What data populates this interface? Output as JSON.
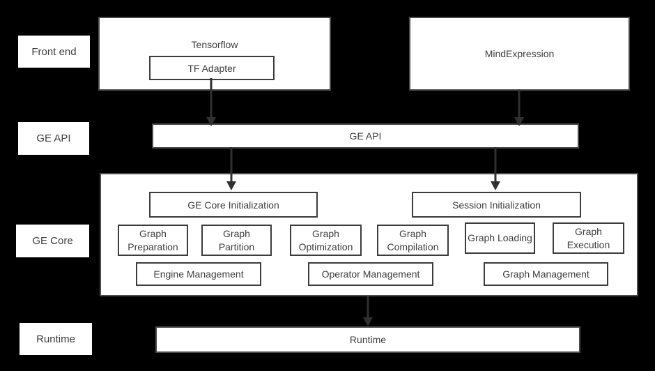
{
  "colors": {
    "background": "#000000",
    "box_background": "#ffffff",
    "box_border": "#4a4a4a",
    "inner_box_border": "#3c3c3c",
    "text": "#3d3d3d",
    "arrow": "#303030"
  },
  "rows": {
    "front_end": "Front end",
    "ge_api": "GE API",
    "ge_core": "GE Core",
    "runtime": "Runtime"
  },
  "front_end": {
    "tensorflow_label": "Tensorflow",
    "tf_adapter_label": "TF Adapter",
    "mind_expression_label": "MindExpression"
  },
  "ge_api": {
    "label": "GE API"
  },
  "ge_core": {
    "core_init": "GE Core Initialization",
    "session_init": "Session Initialization",
    "modules": [
      "Graph Preparation",
      "Graph Partition",
      "Graph Optimization",
      "Graph Compilation",
      "Graph Loading",
      "Graph Execution"
    ],
    "management": [
      "Engine Management",
      "Operator Management",
      "Graph Management"
    ]
  },
  "runtime": {
    "label": "Runtime"
  }
}
